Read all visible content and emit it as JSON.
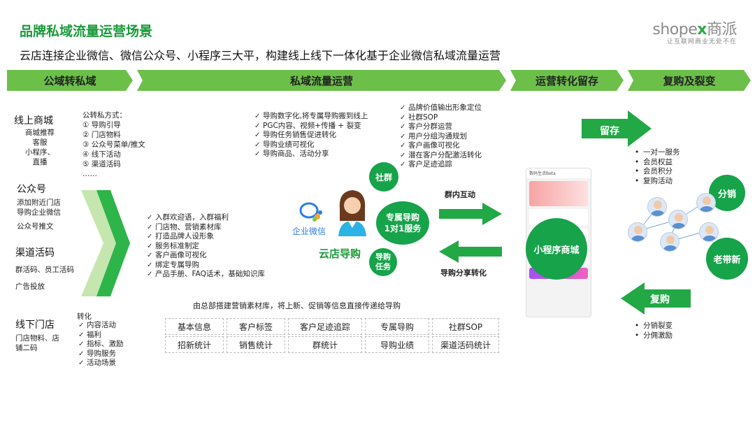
{
  "header": {
    "title": "品牌私域流量运营场景",
    "subtitle": "云店连接企业微信、微信公众号、小程序三大平，构建线上线下一体化基于企业微信私域流量运营",
    "logo_text": "shopex商派",
    "logo_tagline": "让互联网商业无处不在"
  },
  "stages": [
    "公域转私域",
    "私域流量运营",
    "运营转化留存",
    "复购及裂变"
  ],
  "left_channels": {
    "online_store": {
      "title": "线上商城",
      "items": [
        "商城推荐",
        "客服",
        "小程序、",
        "直播"
      ]
    },
    "public_account": {
      "title": "公众号",
      "items": [
        "添加附近门店",
        "导购企业微信",
        "公众号推文"
      ]
    },
    "channel_code": {
      "title": "渠道活码",
      "items": [
        "群活码、员工活码",
        "广告投放"
      ]
    },
    "offline_store": {
      "title": "线下门店",
      "items": [
        "门店物料、店",
        "铺二码"
      ]
    }
  },
  "conversion_methods": {
    "title": "公转私方式：",
    "items": [
      "① 导购引导",
      "② 门店物料",
      "③ 公众号菜单/推文",
      "④ 线下活动",
      "⑤ 渠道活码",
      "……"
    ]
  },
  "conversion_bottom": {
    "title": "转化",
    "items": [
      "内容活动",
      "福利",
      "指标、激励",
      "导购服务",
      "活动场景"
    ]
  },
  "setup_list": [
    "入群欢迎语，入群福利",
    "门店物、营销素材库",
    "打造品牌人设形象",
    "服务标准制定",
    "客户画像可视化",
    "绑定专属导购",
    "产品手册、FAQ话术，基础知识库"
  ],
  "guide_list": [
    "导购数字化,将专属导购搬到线上",
    "PGC内容、视频+传播 + 裂变",
    "导购任务销售促进转化",
    "导购业绩可视化",
    "导购商品、活动分享"
  ],
  "community_list": [
    "品牌价值输出形象定位",
    "社群SOP",
    "客户分群运营",
    "用户分组沟通规划",
    "客户画像可视化",
    "潜在客户分配激活转化",
    "客户足迹追踪"
  ],
  "center": {
    "wecom_label": "企业微信",
    "cloud_guide": "云店导购",
    "community": "社群",
    "exclusive_guide": "专属导购\n1对1服务",
    "guide_task": "导购\n任务",
    "group_interact": "群内互动",
    "guide_share": "导购分享转化",
    "mini_mall": "小程序商城",
    "phone_title": "数码生活Beta"
  },
  "hq_note": "由总部搭建营销素材库，将上新、促销等信息直接传递给导购",
  "data_grid": [
    [
      "基本信息",
      "客户标签",
      "客户足迹追踪",
      "专属导购",
      "社群SOP"
    ],
    [
      "招新统计",
      "销售统计",
      "群统计",
      "导购业绩",
      "渠道活码统计"
    ]
  ],
  "retention": {
    "label": "留存",
    "items": [
      "一对一服务",
      "会员权益",
      "会员积分",
      "复购活动"
    ]
  },
  "repurchase": {
    "label": "复购",
    "items": [
      "分销裂变",
      "分佣激励"
    ]
  },
  "fission": {
    "distribution": "分销",
    "referral": "老带新"
  },
  "colors": {
    "green_bar": "#6cc04a",
    "dark_green": "#16a34a",
    "title_green": "#1a9a3a",
    "arrow_green": "#22a845"
  }
}
